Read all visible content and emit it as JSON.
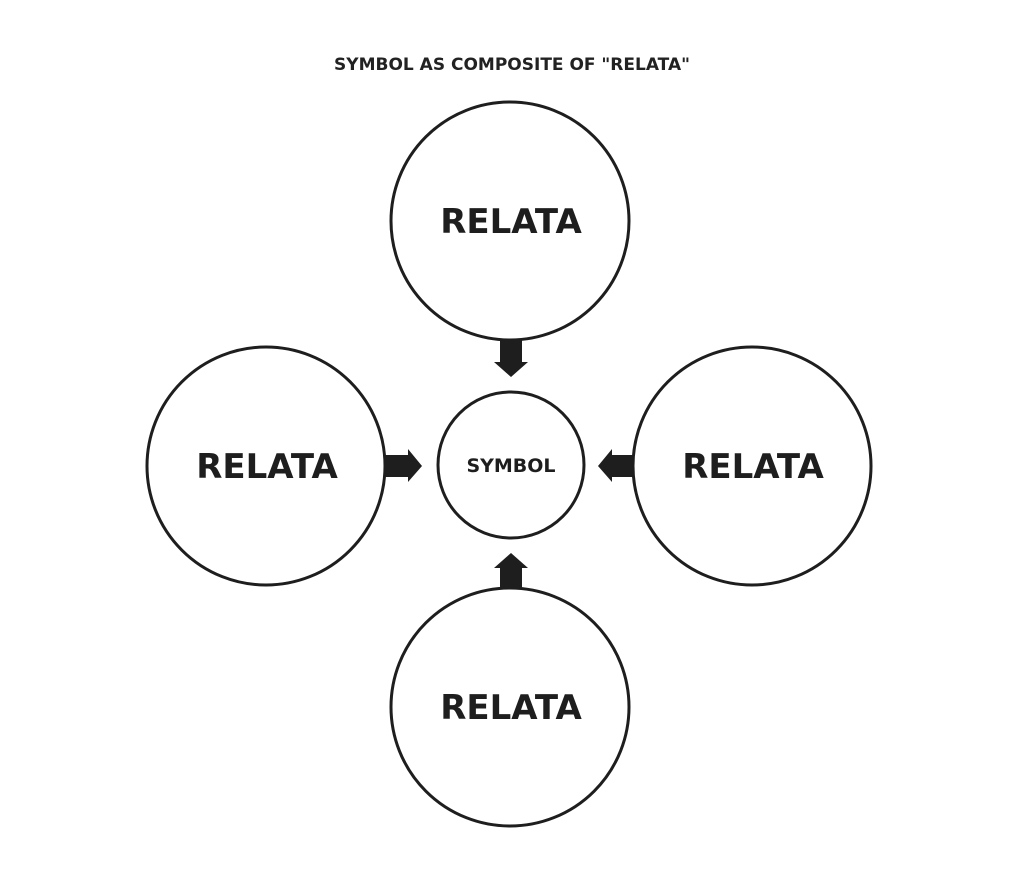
{
  "title": "SYMBOL AS COMPOSITE OF \"RELATA\"",
  "center_node": {
    "label": "SYMBOL"
  },
  "outer_nodes": [
    {
      "id": "top",
      "label": "RELATA"
    },
    {
      "id": "left",
      "label": "RELATA"
    },
    {
      "id": "right",
      "label": "RELATA"
    },
    {
      "id": "bottom",
      "label": "RELATA"
    }
  ],
  "edges": [
    {
      "from": "top",
      "to": "center",
      "direction": "down"
    },
    {
      "from": "left",
      "to": "center",
      "direction": "right"
    },
    {
      "from": "right",
      "to": "center",
      "direction": "left"
    },
    {
      "from": "bottom",
      "to": "center",
      "direction": "up"
    }
  ],
  "colors": {
    "stroke": "#1e1e1e",
    "text": "#1e1e1e",
    "background": "#ffffff"
  }
}
